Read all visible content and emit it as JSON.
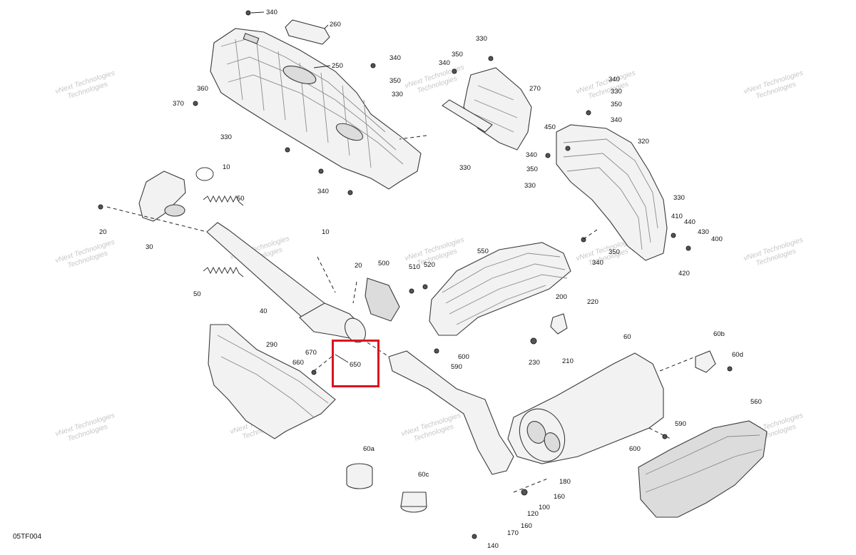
{
  "figure_code": "05TF004",
  "highlight_color": "#d9141e",
  "highlighted_part": "650",
  "watermark": "vNext Technologies",
  "callouts": [
    "340",
    "260",
    "250",
    "360",
    "370",
    "330",
    "340",
    "350",
    "330",
    "330",
    "340",
    "350",
    "340",
    "330",
    "270",
    "340",
    "330",
    "350",
    "340",
    "450",
    "340",
    "350",
    "330",
    "320",
    "330",
    "10",
    "50",
    "20",
    "30",
    "10",
    "40",
    "20",
    "500",
    "510",
    "520",
    "550",
    "50",
    "290",
    "670",
    "660",
    "650",
    "200",
    "220",
    "230",
    "210",
    "60",
    "60b",
    "60d",
    "600",
    "590",
    "560",
    "60a",
    "60c",
    "180",
    "160",
    "100",
    "120",
    "160",
    "170",
    "140",
    "410",
    "440",
    "430",
    "400",
    "420",
    "350",
    "340",
    "590",
    "600"
  ]
}
